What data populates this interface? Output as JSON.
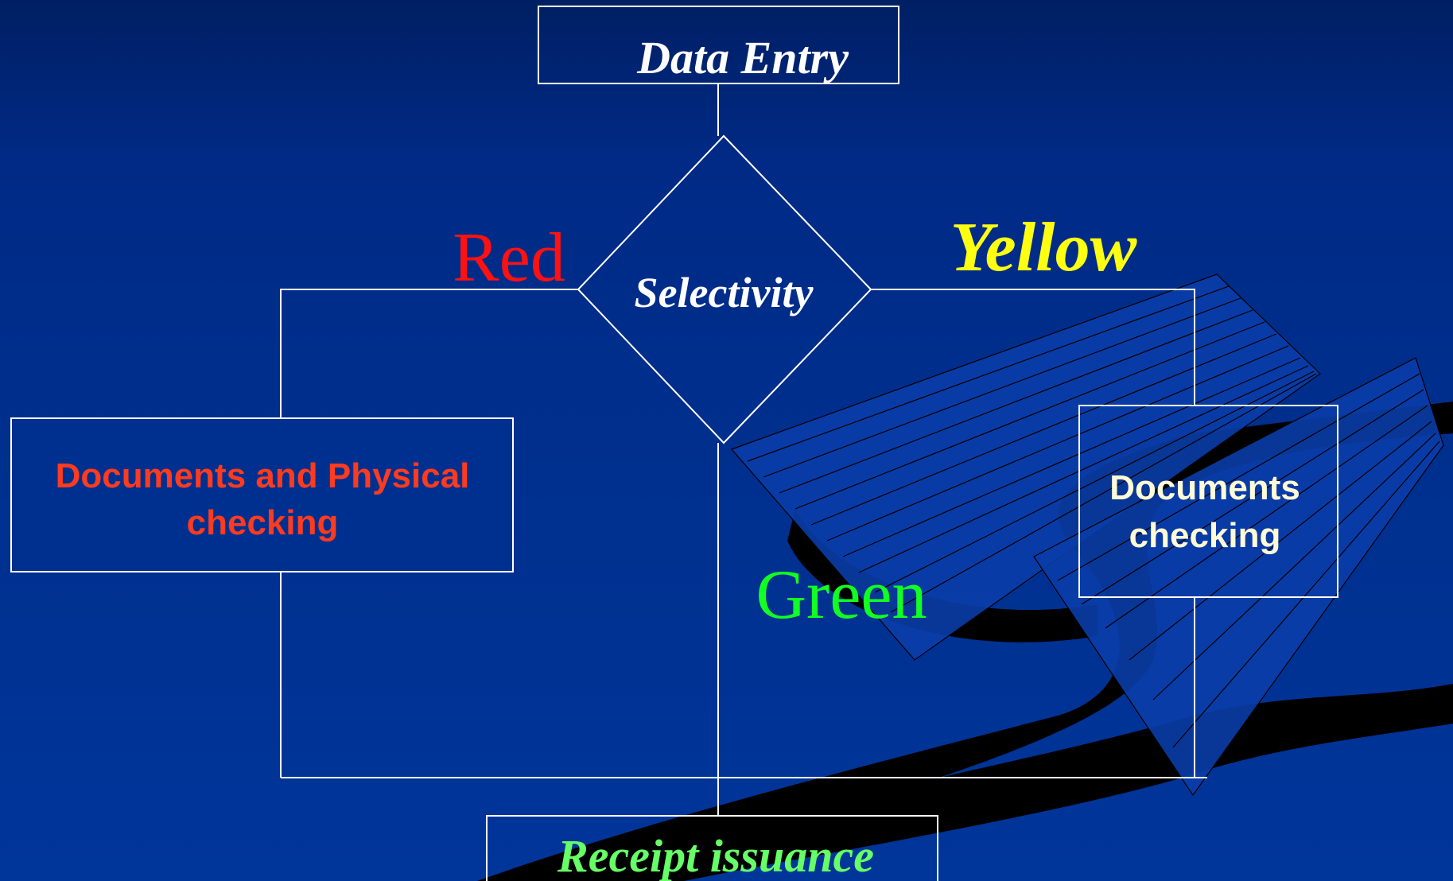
{
  "colors": {
    "background": "#00308f",
    "lines": "#ffffff",
    "red": "#ff1111",
    "yellow": "#ffff11",
    "green": "#11ff22",
    "red_text": "#ff3b1f",
    "light_green_text": "#66ff66",
    "cream_text": "#fffbd6"
  },
  "nodes": {
    "data_entry": "Data Entry",
    "selectivity": "Selectivity",
    "doc_physical_line1": "Documents and Physical",
    "doc_physical_line2": "checking",
    "documents_checking_line1": "Documents",
    "documents_checking_line2": "checking",
    "receipt_issuance": "Receipt issuance"
  },
  "branches": {
    "red": "Red",
    "yellow": "Yellow",
    "green": "Green"
  }
}
